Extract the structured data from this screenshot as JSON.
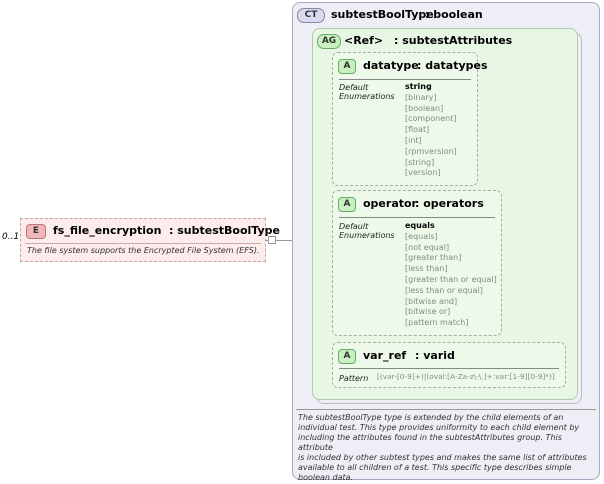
{
  "element": {
    "occurrence": "0..1",
    "badge": "E",
    "name": "fs_file_encryption",
    "type": ": subtestBoolType",
    "doc": "The file system supports the Encrypted File System (EFS)."
  },
  "complex_type": {
    "badge": "CT",
    "name": "subtestBoolType",
    "type": ": boolean",
    "doc_lines": [
      "The subtestBoolType type is extended by the child elements of an",
      "individual test.  This type provides uniformity to each child element by",
      "including the attributes found in the subtestAttributes group.  This attribute",
      "is included by other subtest types and makes the same list of attributes",
      "available to all children of a test.  This specific type describes simple",
      "boolean data."
    ]
  },
  "attribute_group": {
    "badge": "AG",
    "name": "<Ref>",
    "type": ": subtestAttributes"
  },
  "attributes": {
    "datatype": {
      "badge": "A",
      "name": "datatype",
      "type": ": datatypes",
      "label_default": "Default",
      "label_enum": "Enumerations",
      "default": "string",
      "values": [
        "[binary]",
        "[boolean]",
        "[component]",
        "[float]",
        "[int]",
        "[rpmversion]",
        "[string]",
        "[version]"
      ]
    },
    "operator": {
      "badge": "A",
      "name": "operator",
      "type": ": operators",
      "label_default": "Default",
      "label_enum": "Enumerations",
      "default": "equals",
      "values": [
        "[equals]",
        "[not equal]",
        "[greater than]",
        "[less than]",
        "[greater than or equal]",
        "[less than or equal]",
        "[bitwise and]",
        "[bitwise or]",
        "[pattern match]"
      ]
    },
    "var_ref": {
      "badge": "A",
      "name": "var_ref",
      "type": ": varid",
      "label_pattern": "Pattern",
      "pattern": "[(var-[0-9]+)|(oval:[A-Za-z\\-\\.]+:var:[1-9][0-9]*)]"
    }
  }
}
